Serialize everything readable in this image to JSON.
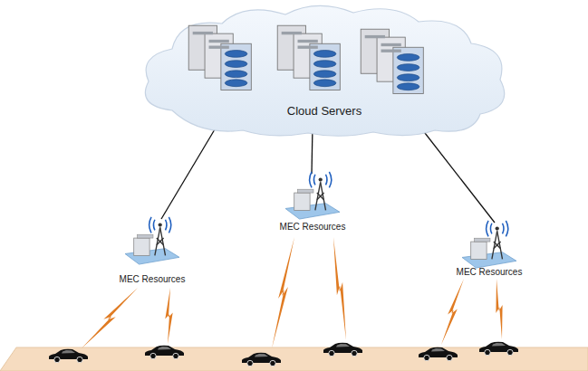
{
  "diagram": {
    "nodes": [
      {
        "text": [
          "Cloud Servers"
        ]
      },
      {
        "text": [
          "MEC Resources"
        ]
      },
      {
        "text": [
          "MEC Resources"
        ]
      },
      {
        "text": [
          "MEC Resources"
        ]
      }
    ],
    "edges": [
      {
        "from": 0,
        "to": 1,
        "arrow": "none"
      },
      {
        "from": 0,
        "to": 2,
        "arrow": "none"
      },
      {
        "from": 0,
        "to": 3,
        "arrow": "none"
      }
    ]
  }
}
